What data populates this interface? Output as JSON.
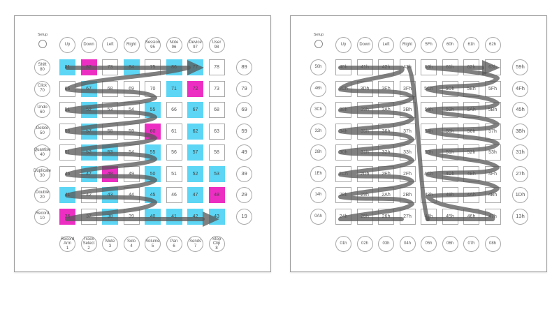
{
  "colors": {
    "cyan": "#5cd6f4",
    "magenta": "#ec2fc2",
    "arrow": "#555555"
  },
  "left": {
    "setup_label": "Setup",
    "top": [
      "Up",
      "Down",
      "Left",
      "Right",
      "Session\n95",
      "Note\n96",
      "Device\n97",
      "User\n98"
    ],
    "left": [
      "Shift\n80",
      "Click\n70",
      "Undo\n60",
      "Delete\n50",
      "Quantise\n40",
      "Duplicate\n30",
      "Double\n20",
      "Record\n10"
    ],
    "right": [
      "89",
      "79",
      "69",
      "59",
      "49",
      "39",
      "29",
      "19"
    ],
    "bottom": [
      "Record\nArm\n1",
      "Track\nSelect\n2",
      "Mute\n3",
      "Solo\n4",
      "Volume\n5",
      "Pan\n6",
      "Sends\n7",
      "Stop\nClip\n8"
    ],
    "grid": [
      [
        "81",
        "82",
        "73",
        "84",
        "75",
        "86",
        "77",
        "78"
      ],
      [
        "66",
        "67",
        "68",
        "69",
        "70",
        "71",
        "72",
        "73"
      ],
      [
        "51",
        "52",
        "53",
        "54",
        "55",
        "66",
        "67",
        "68"
      ],
      [
        "56",
        "57",
        "58",
        "59",
        "60",
        "61",
        "62",
        "63"
      ],
      [
        "51",
        "52",
        "53",
        "54",
        "55",
        "56",
        "57",
        "58"
      ],
      [
        "46",
        "47",
        "48",
        "49",
        "50",
        "51",
        "52",
        "53"
      ],
      [
        "41",
        "42",
        "43",
        "44",
        "45",
        "46",
        "47",
        "48"
      ],
      [
        "36",
        "37",
        "38",
        "39",
        "40",
        "41",
        "42",
        "43"
      ]
    ],
    "colors_grid": [
      [
        "c",
        "m",
        "w",
        "c",
        "w",
        "c",
        "c",
        "w"
      ],
      [
        "w",
        "c",
        "w",
        "w",
        "w",
        "c",
        "m",
        "w"
      ],
      [
        "w",
        "c",
        "w",
        "w",
        "c",
        "w",
        "c",
        "w"
      ],
      [
        "w",
        "c",
        "w",
        "w",
        "m",
        "w",
        "c",
        "w"
      ],
      [
        "w",
        "c",
        "c",
        "w",
        "c",
        "w",
        "c",
        "w"
      ],
      [
        "w",
        "c",
        "m",
        "w",
        "c",
        "w",
        "c",
        "c"
      ],
      [
        "c",
        "w",
        "c",
        "w",
        "c",
        "w",
        "c",
        "m"
      ],
      [
        "m",
        "w",
        "c",
        "w",
        "c",
        "c",
        "c",
        "c"
      ]
    ]
  },
  "right": {
    "setup_label": "Setup",
    "top": [
      "Up",
      "Down",
      "Left",
      "Right",
      "5Fh",
      "60h",
      "61h",
      "62h"
    ],
    "left": [
      "50h",
      "46h",
      "3Ch",
      "32h",
      "28h",
      "1Eh",
      "14h",
      "0Ah"
    ],
    "right": [
      "59h",
      "4Fh",
      "45h",
      "3Bh",
      "31h",
      "27h",
      "1Dh",
      "13h"
    ],
    "bottom": [
      "01h",
      "02h",
      "03h",
      "04h",
      "05h",
      "06h",
      "07h",
      "08h"
    ],
    "grid": [
      [
        "40h",
        "41h",
        "42h",
        "43h",
        "60h",
        "61h",
        "62h",
        "63h"
      ],
      [
        "3Ch",
        "3Dh",
        "3Eh",
        "3Fh",
        "5Ch",
        "5Dh",
        "5Eh",
        "5Fh"
      ],
      [
        "38h",
        "39h",
        "3Ah",
        "3Bh",
        "58h",
        "59h",
        "5Ah",
        "5Bh"
      ],
      [
        "34h",
        "35h",
        "36h",
        "37h",
        "54h",
        "55h",
        "56h",
        "57h"
      ],
      [
        "30h",
        "31h",
        "32h",
        "33h",
        "50h",
        "51h",
        "52h",
        "53h"
      ],
      [
        "2Ch",
        "2Dh",
        "2Eh",
        "2Fh",
        "4Ch",
        "4Dh",
        "4Eh",
        "4Fh"
      ],
      [
        "28h",
        "29h",
        "2Ah",
        "2Bh",
        "48h",
        "49h",
        "4Ah",
        "4Bh"
      ],
      [
        "24h",
        "25h",
        "26h",
        "27h",
        "44h",
        "45h",
        "46h",
        "47h"
      ]
    ]
  }
}
